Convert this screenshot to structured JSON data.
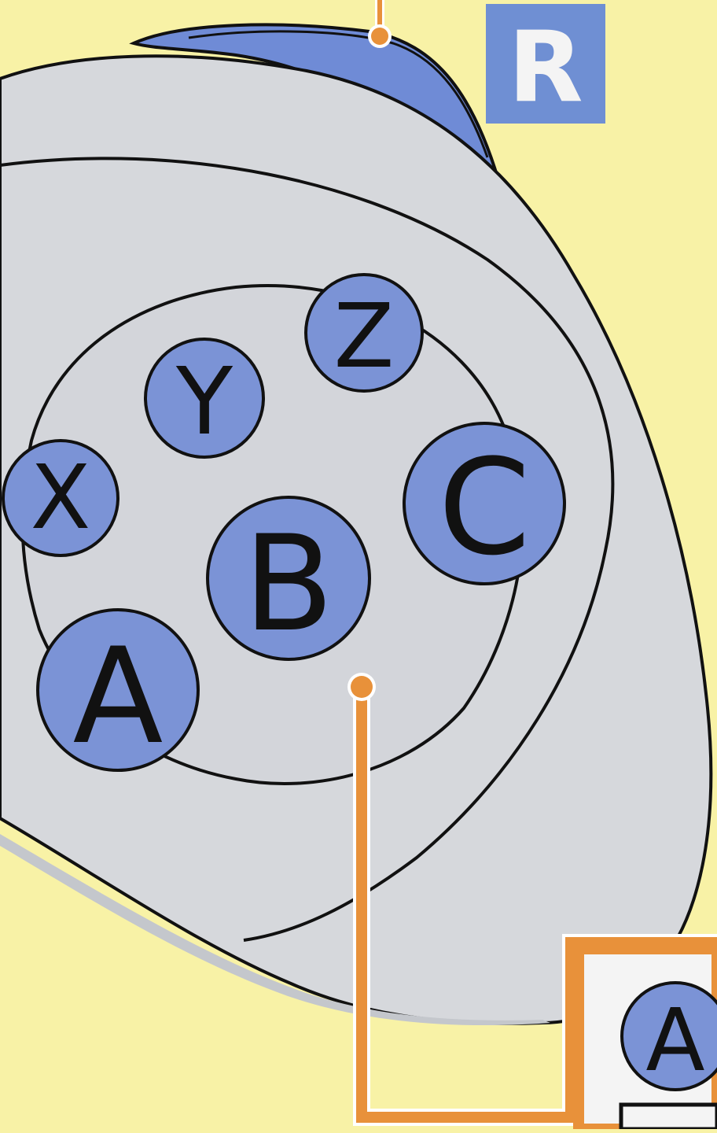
{
  "colors": {
    "background": "#f8f2a6",
    "controller_body": "#d6d8dc",
    "controller_shade": "#c6c9ce",
    "outline": "#111111",
    "button_fill": "#7b93d6",
    "shoulder_fill": "#6f8bd6",
    "callout": "#e8913a",
    "badge_fill": "#6f8fd3",
    "badge_text": "#f4f4f4"
  },
  "shoulder_badge": {
    "label": "R"
  },
  "face_buttons": [
    {
      "id": "x",
      "label": "X"
    },
    {
      "id": "y",
      "label": "Y"
    },
    {
      "id": "z",
      "label": "Z"
    },
    {
      "id": "a",
      "label": "A"
    },
    {
      "id": "b",
      "label": "B"
    },
    {
      "id": "c",
      "label": "C"
    }
  ],
  "callout_panel": {
    "button_label": "A"
  }
}
